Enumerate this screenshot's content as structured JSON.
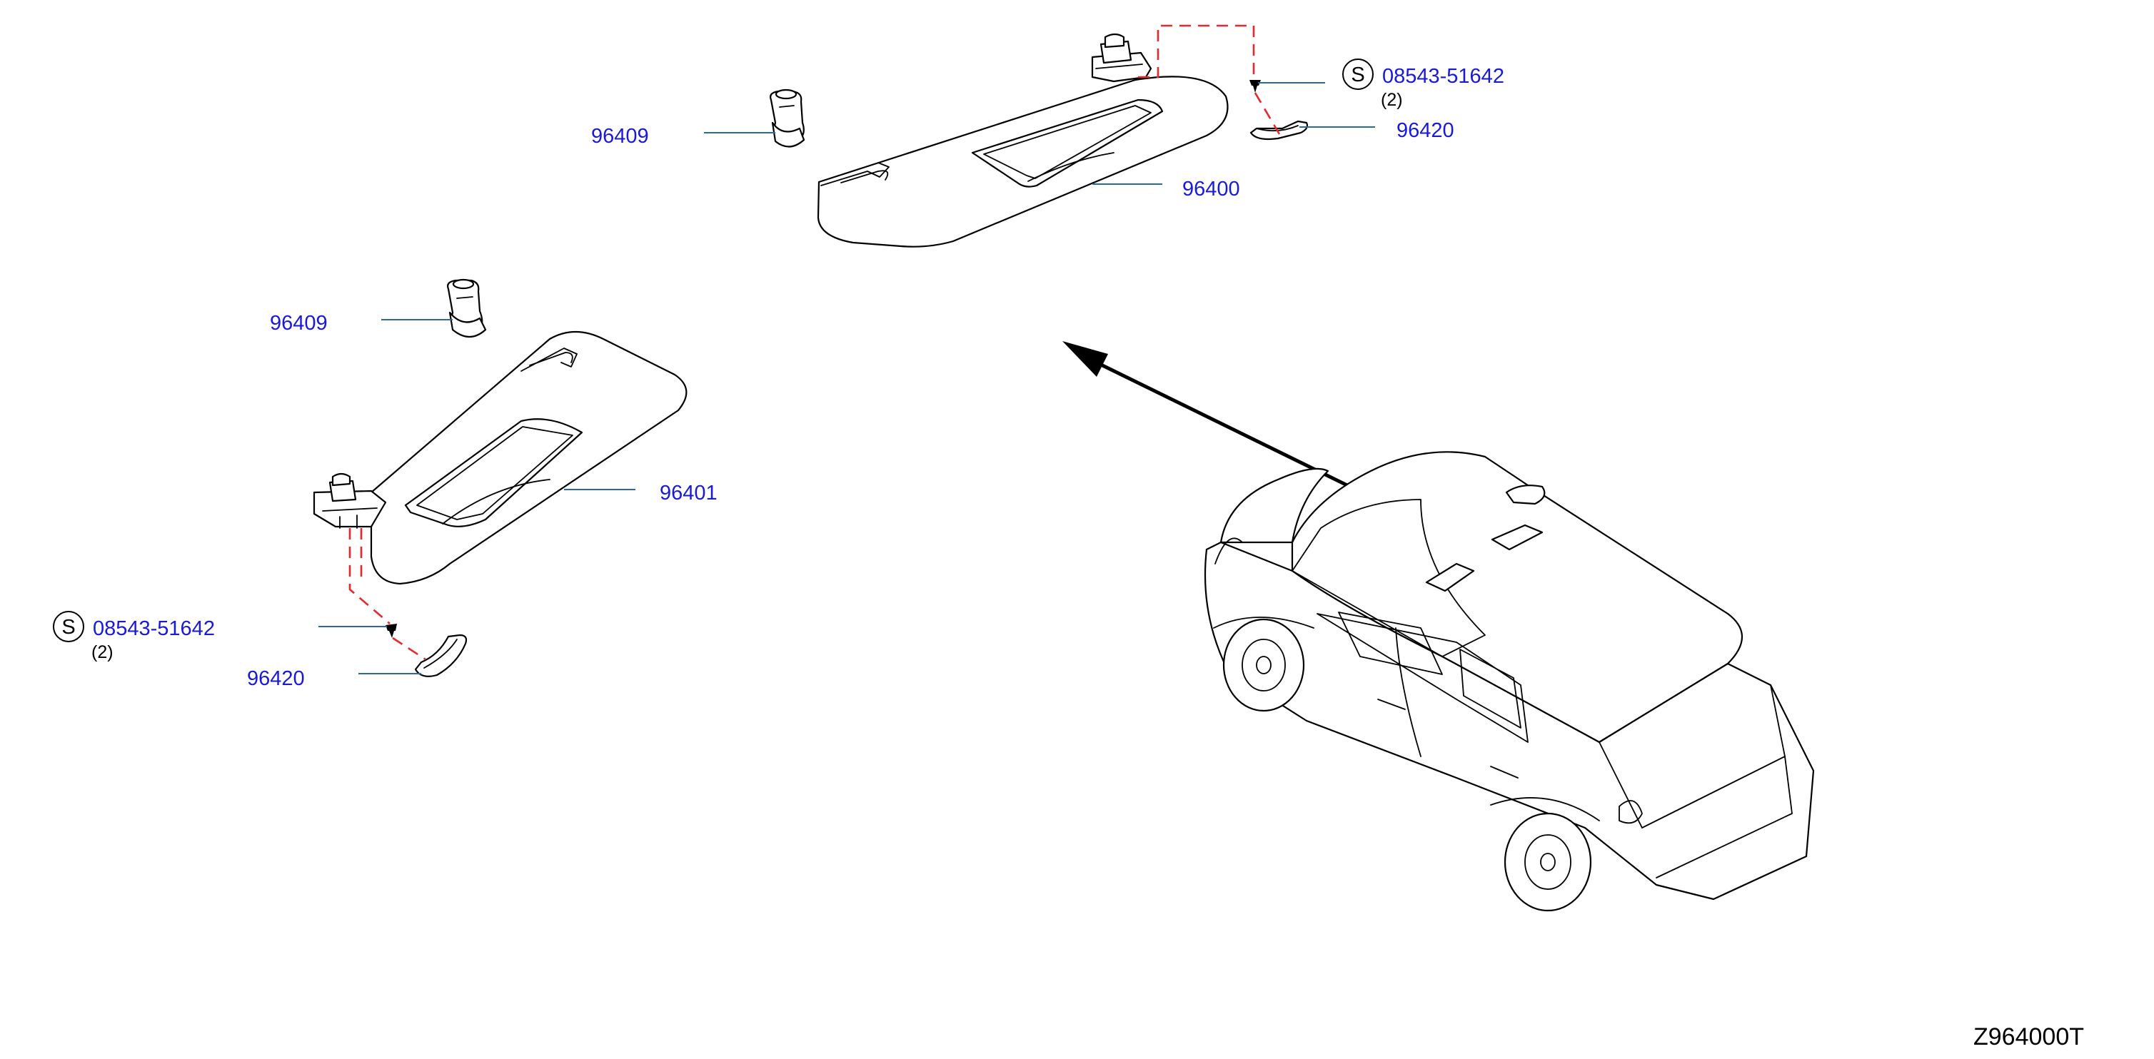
{
  "colors": {
    "label": "#1a1ad6",
    "leader": "#2a6aa0",
    "dash": "#e8282c",
    "ink": "#000000"
  },
  "labels": {
    "visor_rh_clip": "96409",
    "visor_rh": "96400",
    "screw_rh": "08543-51642",
    "screw_rh_qty": "(2)",
    "cover_rh": "96420",
    "visor_lh_clip": "96409",
    "visor_lh": "96401",
    "screw_lh": "08543-51642",
    "screw_lh_qty": "(2)",
    "cover_lh": "96420",
    "standard_symbol_rh": "S",
    "standard_symbol_lh": "S"
  },
  "icons": {
    "arrow": "arrow-to-detail-icon",
    "vehicle": "vehicle-outline-icon"
  },
  "diagram_code": "Z964000T"
}
